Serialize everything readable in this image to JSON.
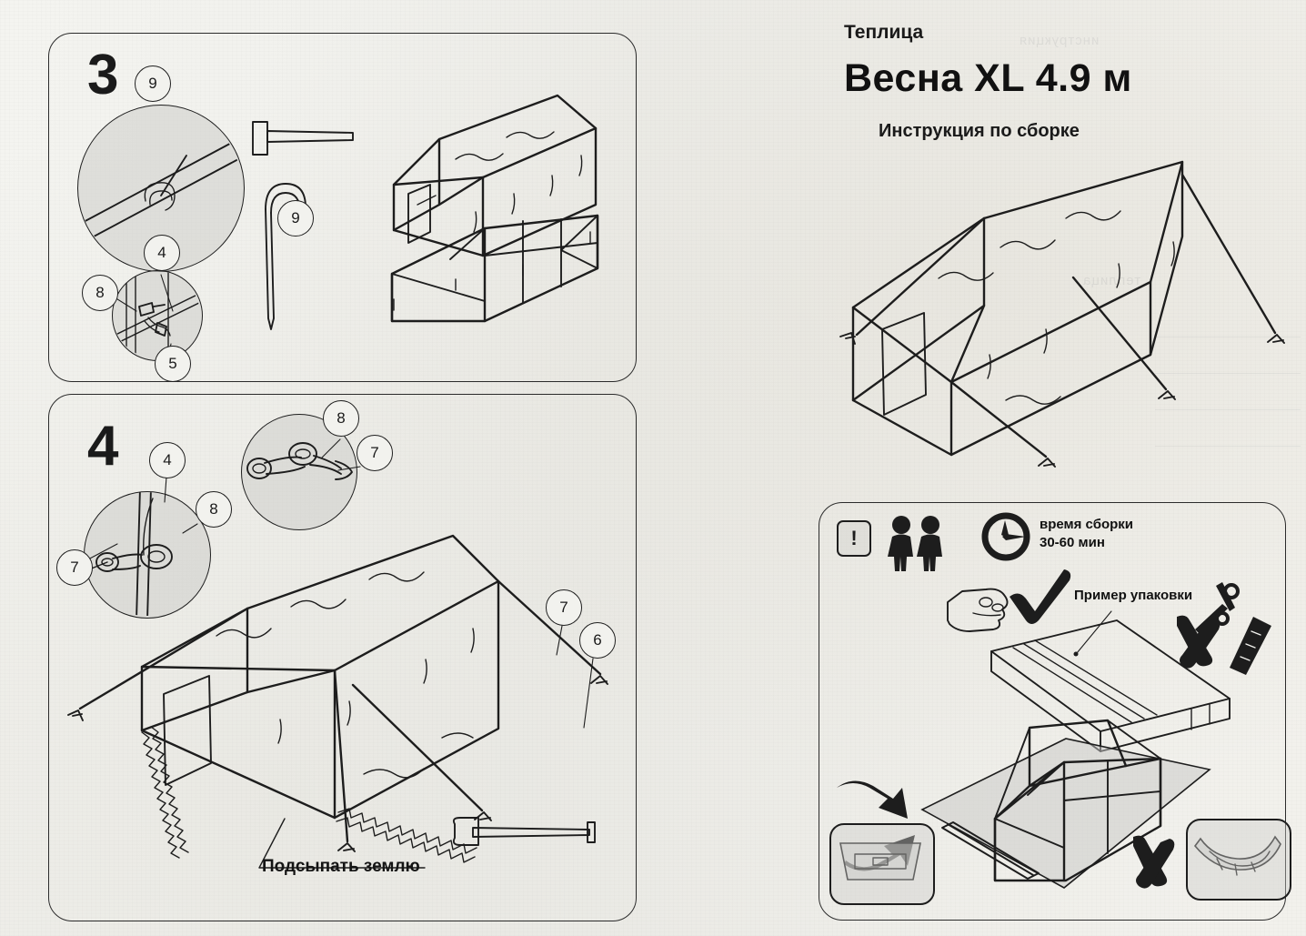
{
  "document": {
    "kind": "assembly-instruction-sheet",
    "language": "ru"
  },
  "title": {
    "kicker": "Теплица",
    "product": "Весна XL 4.9 м",
    "subtitle": "Инструкция по сборке"
  },
  "steps": [
    {
      "number": "3",
      "callouts": [
        "9",
        "4",
        "8",
        "5"
      ],
      "tools": [
        "hammer-icon",
        "ground-peg-icon"
      ],
      "tool_callout": "9"
    },
    {
      "number": "4",
      "callouts": [
        "4",
        "8",
        "7",
        "8",
        "7",
        "6"
      ],
      "caption": "Подсыпать землю",
      "tools": [
        "shovel-icon"
      ]
    }
  ],
  "info": {
    "warning_symbol": "!",
    "people_count": 2,
    "time_label": "время сборки",
    "time_value": "30-60 мин",
    "packaging_label": "Пример упаковки",
    "check_symbol": "✔",
    "cross_symbol": "✘",
    "forbidden_tools": [
      "scissors-icon",
      "utility-knife-icon"
    ],
    "level_correct": "level-flat-icon",
    "level_wrong": "level-tilted-icon"
  },
  "colors": {
    "paper": "#f1f1ed",
    "ink": "#1d1d1d",
    "panel_border": "#2b2b2b",
    "detail_fill": "#cdcdca"
  },
  "bleed_through": {
    "line1": "инструкция",
    "line2": "теплица"
  }
}
